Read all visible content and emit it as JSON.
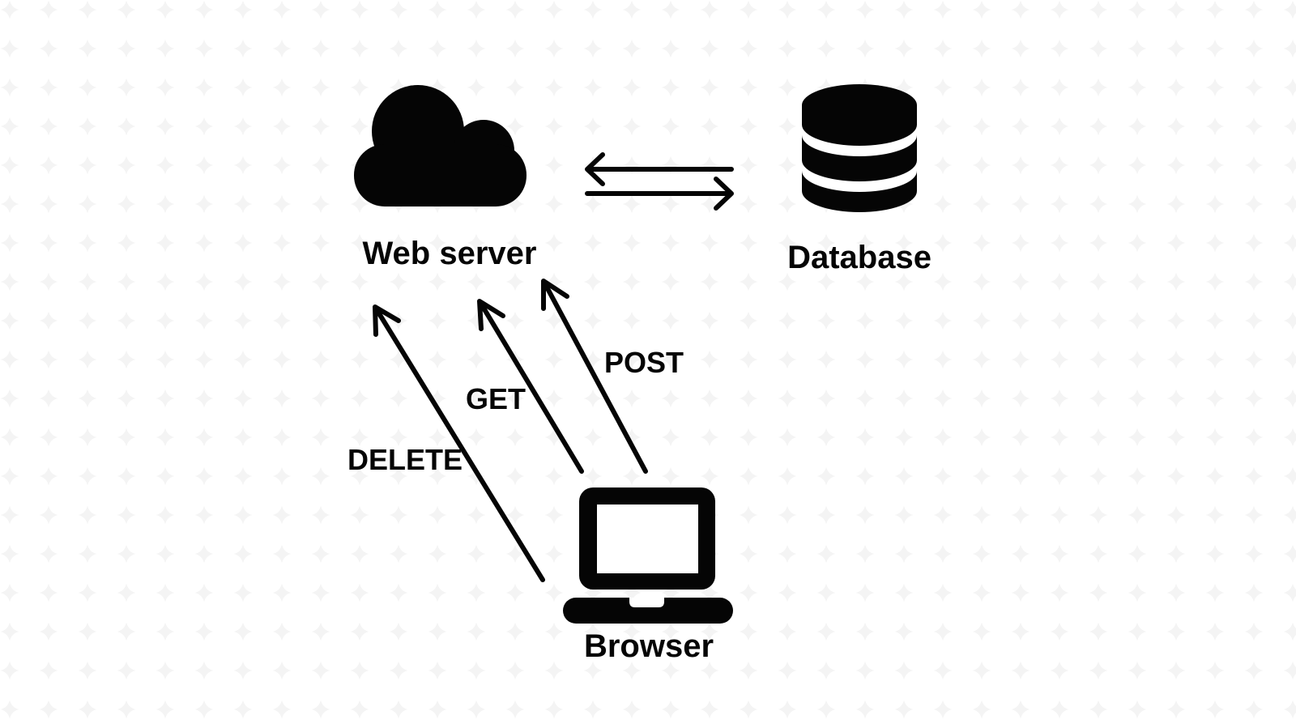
{
  "title": "Web architecture diagram",
  "colors": {
    "foreground": "#050505",
    "background": "#ffffff",
    "pattern_star": "#f4f4f4"
  },
  "labels": {
    "web_server": "Web server",
    "database": "Database",
    "browser": "Browser",
    "delete": "DELETE",
    "get": "GET",
    "post": "POST"
  },
  "diagram": {
    "nodes": [
      {
        "id": "web_server",
        "label": "Web server",
        "icon": "cloud-icon",
        "position": "top-left"
      },
      {
        "id": "database",
        "label": "Database",
        "icon": "database-icon",
        "position": "top-right"
      },
      {
        "id": "browser",
        "label": "Browser",
        "icon": "laptop-icon",
        "position": "bottom-center"
      }
    ],
    "edges": [
      {
        "from": "web_server",
        "to": "database",
        "type": "arrow",
        "direction": "left",
        "label": ""
      },
      {
        "from": "web_server",
        "to": "database",
        "type": "arrow",
        "direction": "right",
        "label": ""
      },
      {
        "from": "browser",
        "to": "web_server",
        "type": "arrow",
        "label": "DELETE"
      },
      {
        "from": "browser",
        "to": "web_server",
        "type": "arrow",
        "label": "GET"
      },
      {
        "from": "browser",
        "to": "web_server",
        "type": "arrow",
        "label": "POST"
      }
    ]
  }
}
